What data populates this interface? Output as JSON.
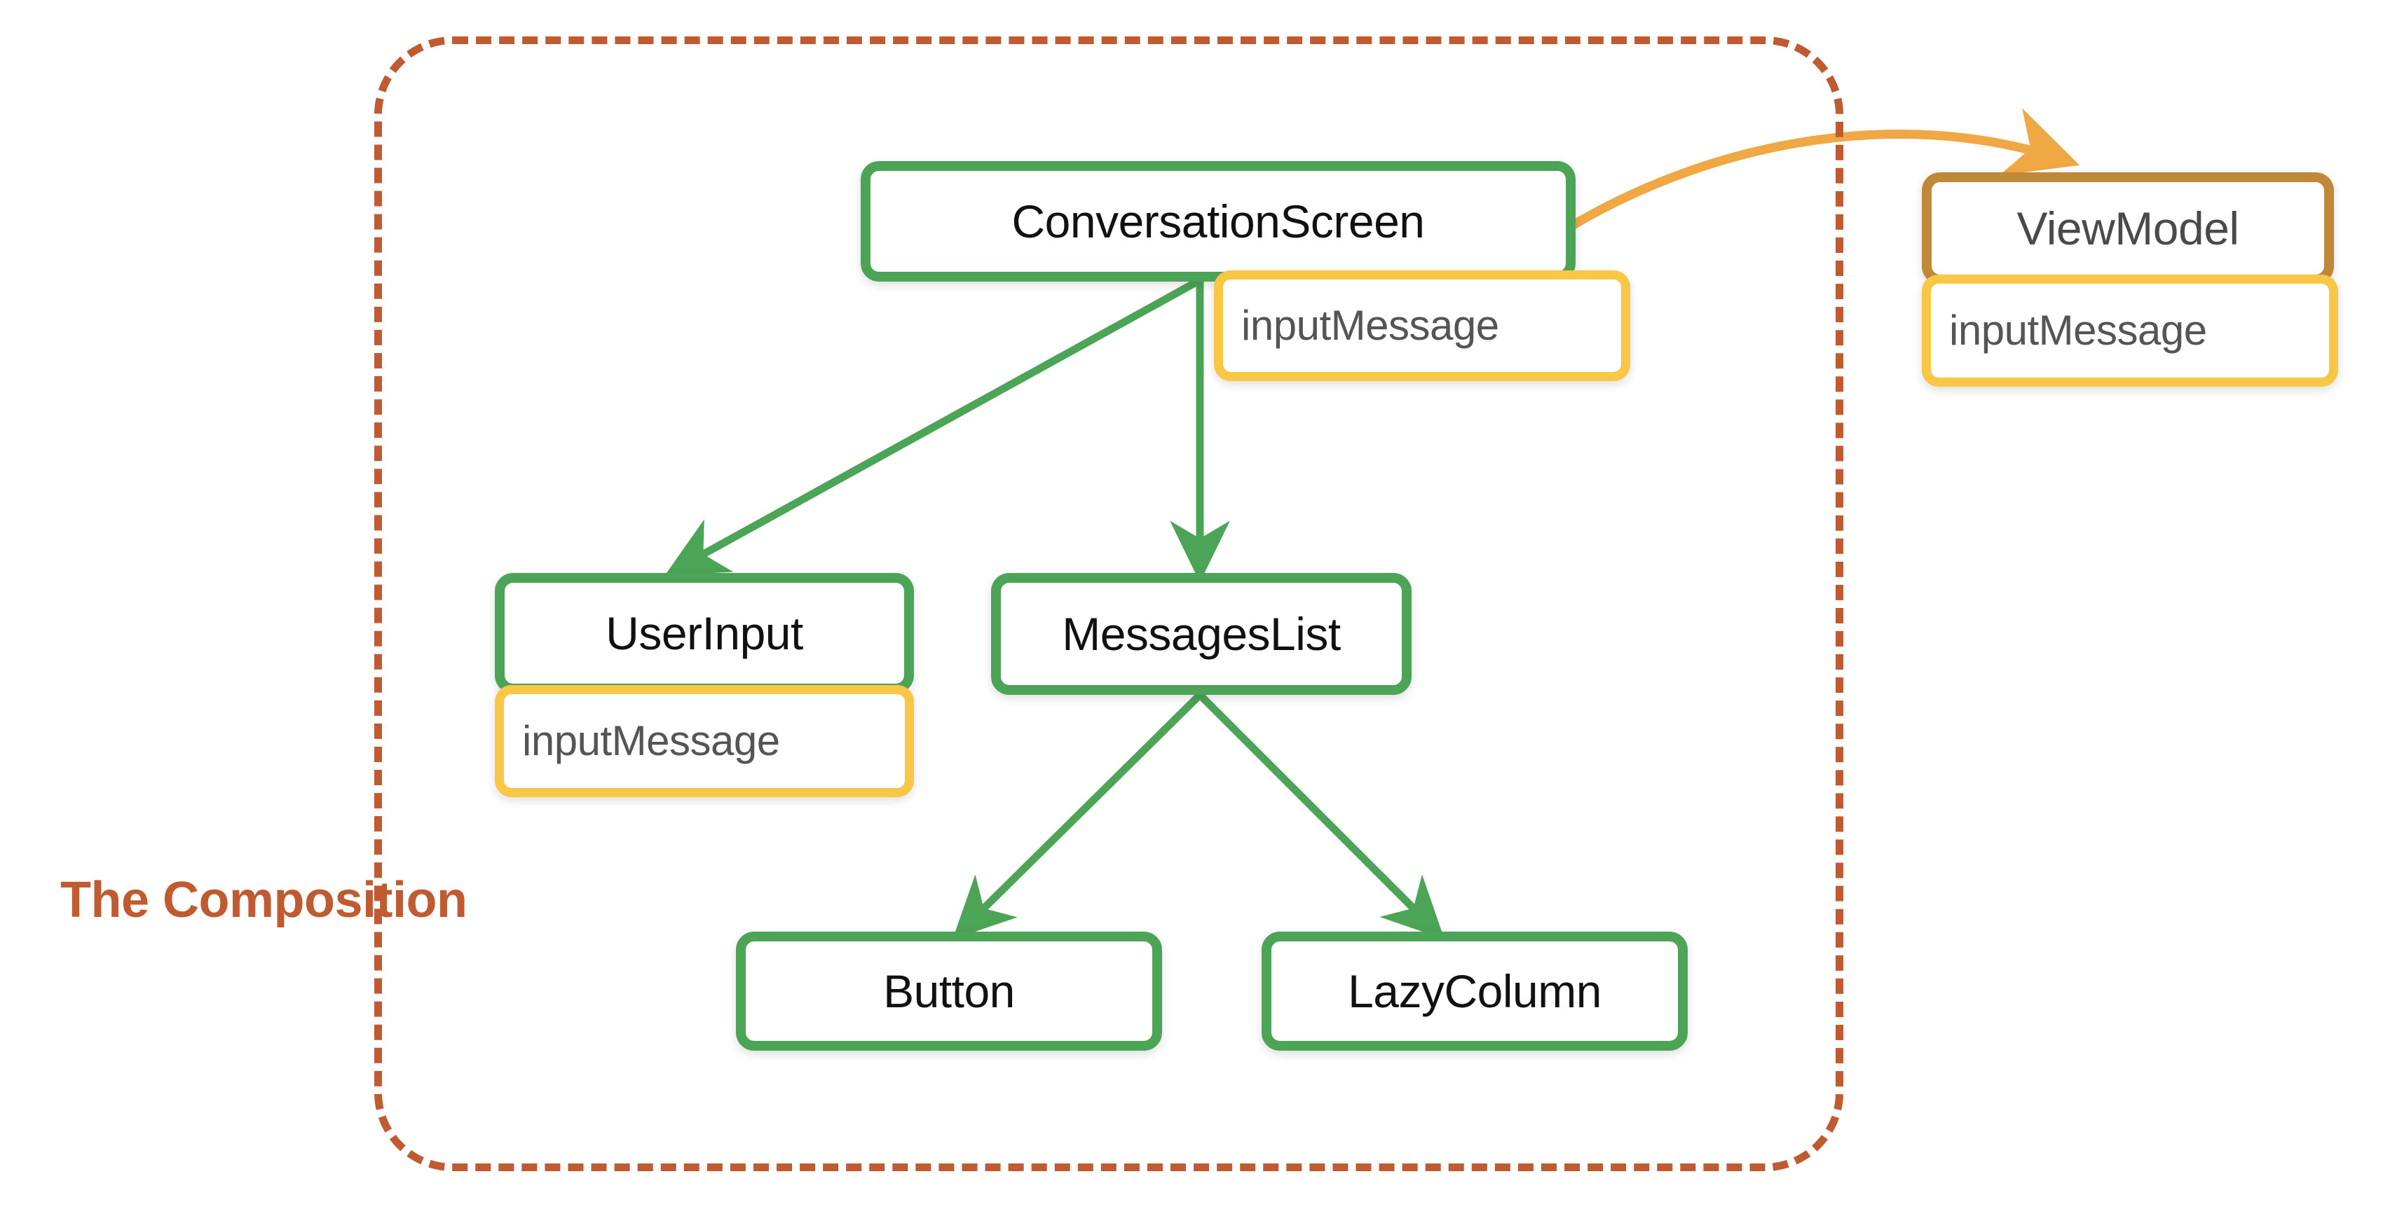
{
  "diagram": {
    "title_caption": "The Composition",
    "boundary_label": "The Composition",
    "colors": {
      "composable_border": "#4CA457",
      "viewmodel_border": "#C08939",
      "state_border": "#F9C646",
      "composition_boundary": "#C05A30",
      "state_arrow": "#F0A844",
      "composable_arrow": "#4CA457",
      "background": "#FFFFFF",
      "composable_text": "#111111",
      "state_text": "#555555",
      "viewmodel_text": "#4A4A4A"
    },
    "nodes": [
      {
        "id": "conversation-screen",
        "label": "ConversationScreen",
        "kind": "composable"
      },
      {
        "id": "conversation-screen-state",
        "label": "inputMessage",
        "kind": "state"
      },
      {
        "id": "view-model",
        "label": "ViewModel",
        "kind": "viewmodel"
      },
      {
        "id": "view-model-state",
        "label": "inputMessage",
        "kind": "state"
      },
      {
        "id": "user-input",
        "label": "UserInput",
        "kind": "composable"
      },
      {
        "id": "user-input-state",
        "label": "inputMessage",
        "kind": "state"
      },
      {
        "id": "messages-list",
        "label": "MessagesList",
        "kind": "composable"
      },
      {
        "id": "button",
        "label": "Button",
        "kind": "composable"
      },
      {
        "id": "lazy-column",
        "label": "LazyColumn",
        "kind": "composable"
      }
    ],
    "edges": [
      {
        "from": "conversation-screen",
        "to": "user-input",
        "style": "solid",
        "color": "#4CA457"
      },
      {
        "from": "conversation-screen",
        "to": "messages-list",
        "style": "solid",
        "color": "#4CA457"
      },
      {
        "from": "messages-list",
        "to": "button",
        "style": "solid",
        "color": "#4CA457"
      },
      {
        "from": "messages-list",
        "to": "lazy-column",
        "style": "solid",
        "color": "#4CA457"
      },
      {
        "from": "conversation-screen",
        "to": "view-model",
        "style": "curved",
        "color": "#F0A844"
      }
    ]
  }
}
